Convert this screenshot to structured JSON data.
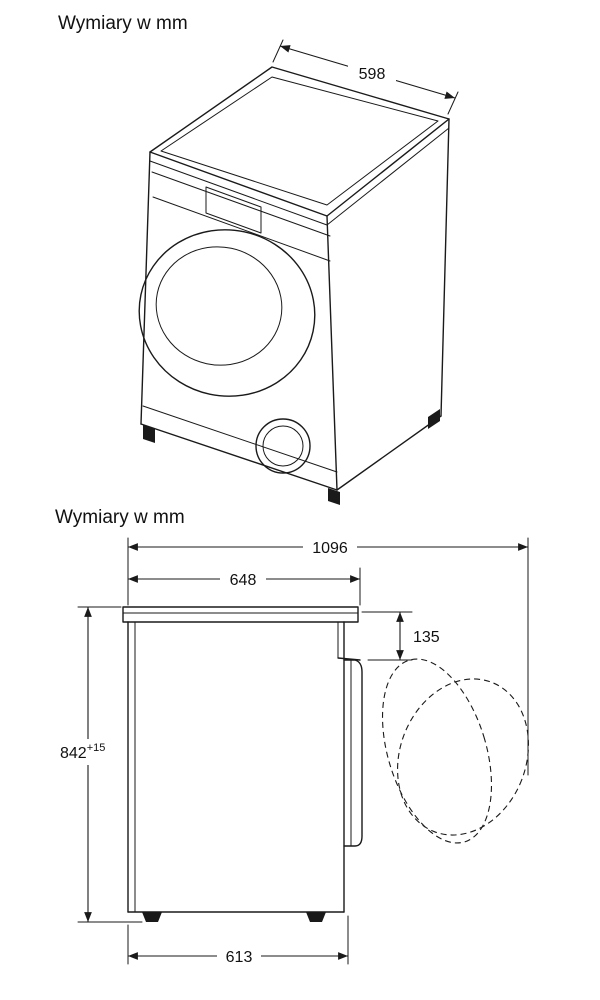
{
  "colors": {
    "line": "#1a1a1a",
    "background": "#ffffff"
  },
  "top_view": {
    "title": "Wymiary w mm",
    "dimensions": {
      "top_width": "598"
    }
  },
  "side_view": {
    "title": "Wymiary w mm",
    "dimensions": {
      "depth_with_open_door": "1096",
      "depth_total": "648",
      "door_top_inset": "135",
      "height": "842",
      "height_tolerance": "+15",
      "base_depth": "613"
    }
  }
}
